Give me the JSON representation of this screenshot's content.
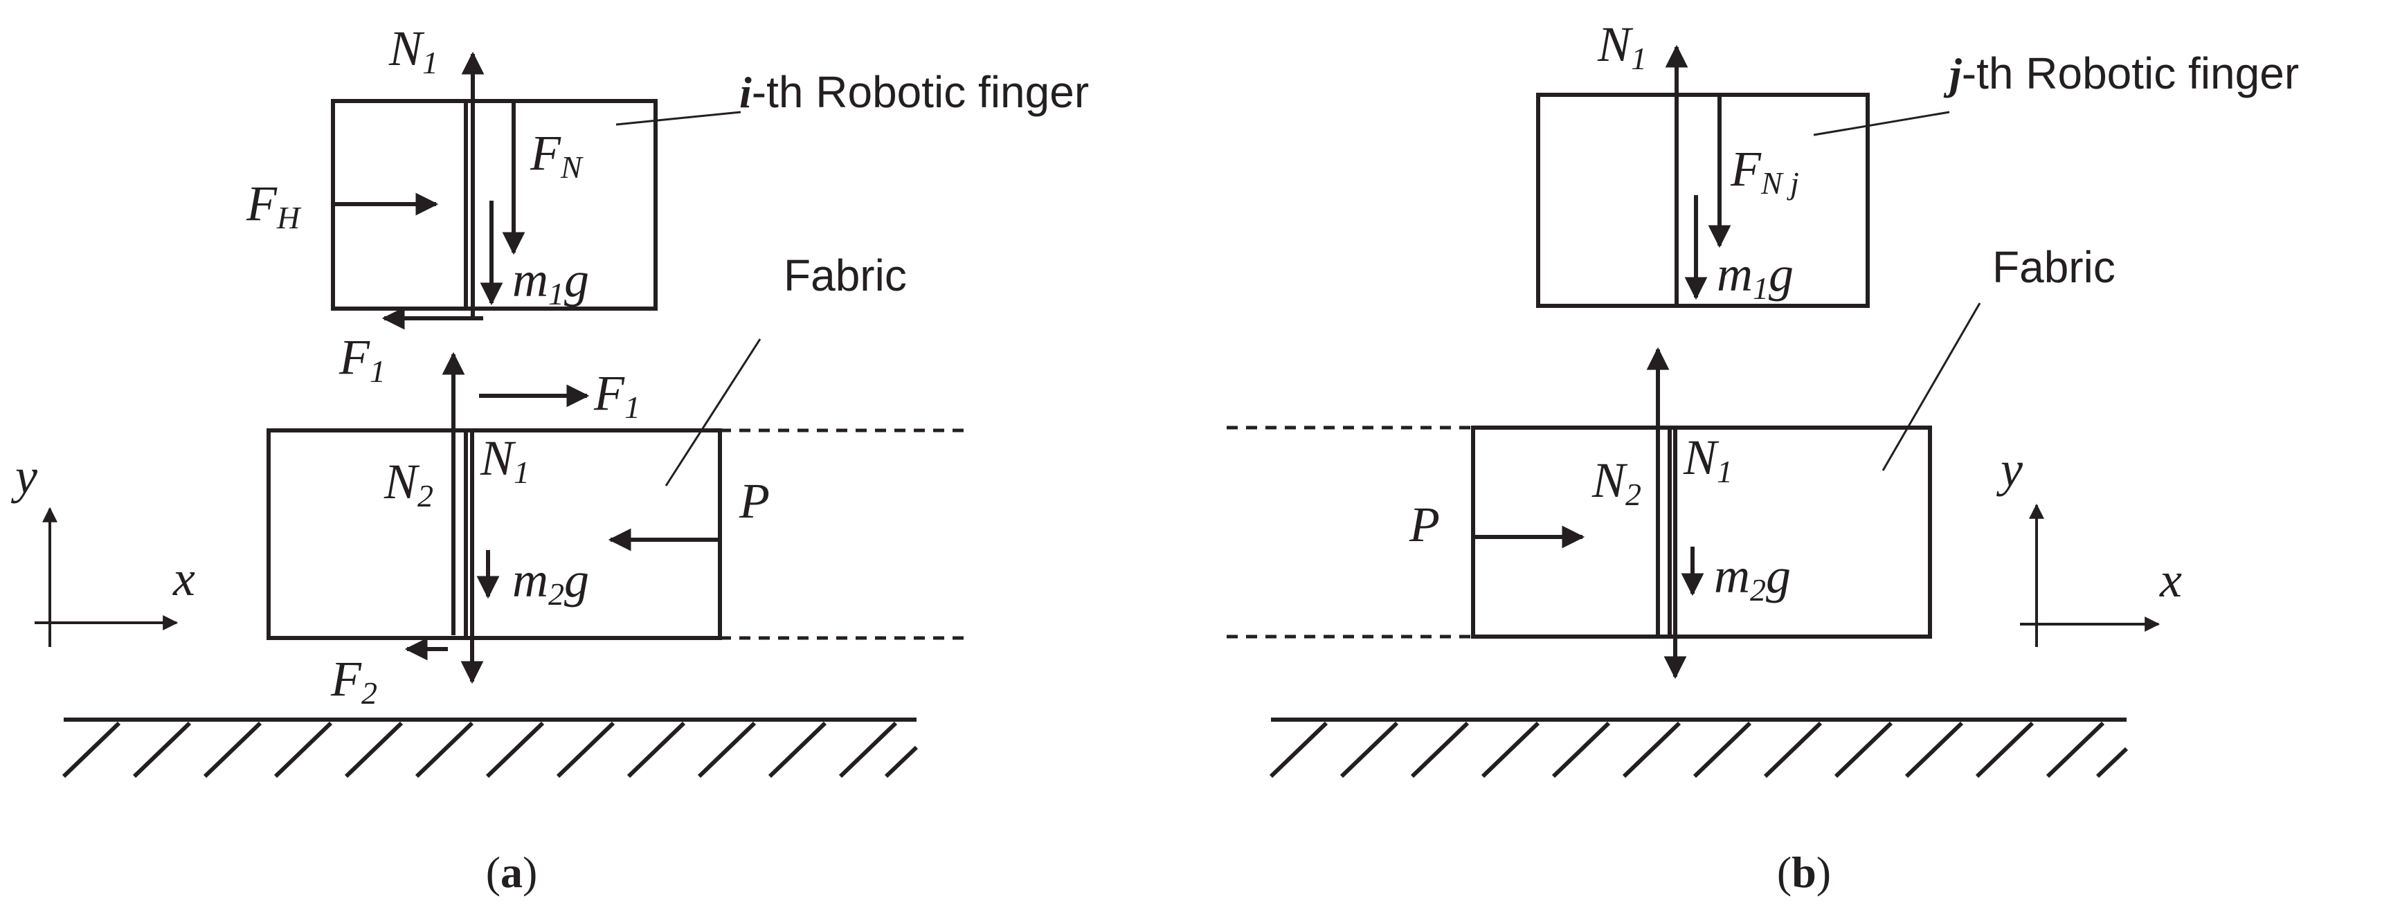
{
  "panel_a": {
    "finger_label_prefix": "i",
    "finger_label_rest": "-th Robotic finger",
    "fabric_label": "Fabric",
    "N1_top": {
      "base": "N",
      "sub": "1"
    },
    "FN": {
      "base": "F",
      "sub": "N"
    },
    "FH": {
      "base": "F",
      "sub": "H"
    },
    "m1g": {
      "base": "m",
      "sub": "1",
      "tail": "g"
    },
    "F1_left": {
      "base": "F",
      "sub": "1"
    },
    "F1_right": {
      "base": "F",
      "sub": "1"
    },
    "N2": {
      "base": "N",
      "sub": "2"
    },
    "N1_fabric": {
      "base": "N",
      "sub": "1"
    },
    "P": "P",
    "m2g": {
      "base": "m",
      "sub": "2",
      "tail": "g"
    },
    "F2": {
      "base": "F",
      "sub": "2"
    },
    "axis_y": "y",
    "axis_x": "x",
    "caption_open": "(",
    "caption_letter": "a",
    "caption_close": ")"
  },
  "panel_b": {
    "finger_label_prefix": "j",
    "finger_label_rest": "-th Robotic finger",
    "fabric_label": "Fabric",
    "N1_top": {
      "base": "N",
      "sub": "1"
    },
    "FNj": {
      "base": "F",
      "sub": "N j"
    },
    "m1g": {
      "base": "m",
      "sub": "1",
      "tail": "g"
    },
    "N2": {
      "base": "N",
      "sub": "2"
    },
    "N1_fabric": {
      "base": "N",
      "sub": "1"
    },
    "P": "P",
    "m2g": {
      "base": "m",
      "sub": "2",
      "tail": "g"
    },
    "axis_y": "y",
    "axis_x": "x",
    "caption_open": "(",
    "caption_letter": "b",
    "caption_close": ")"
  },
  "colors": {
    "ink": "#231f20",
    "background": "#ffffff"
  }
}
